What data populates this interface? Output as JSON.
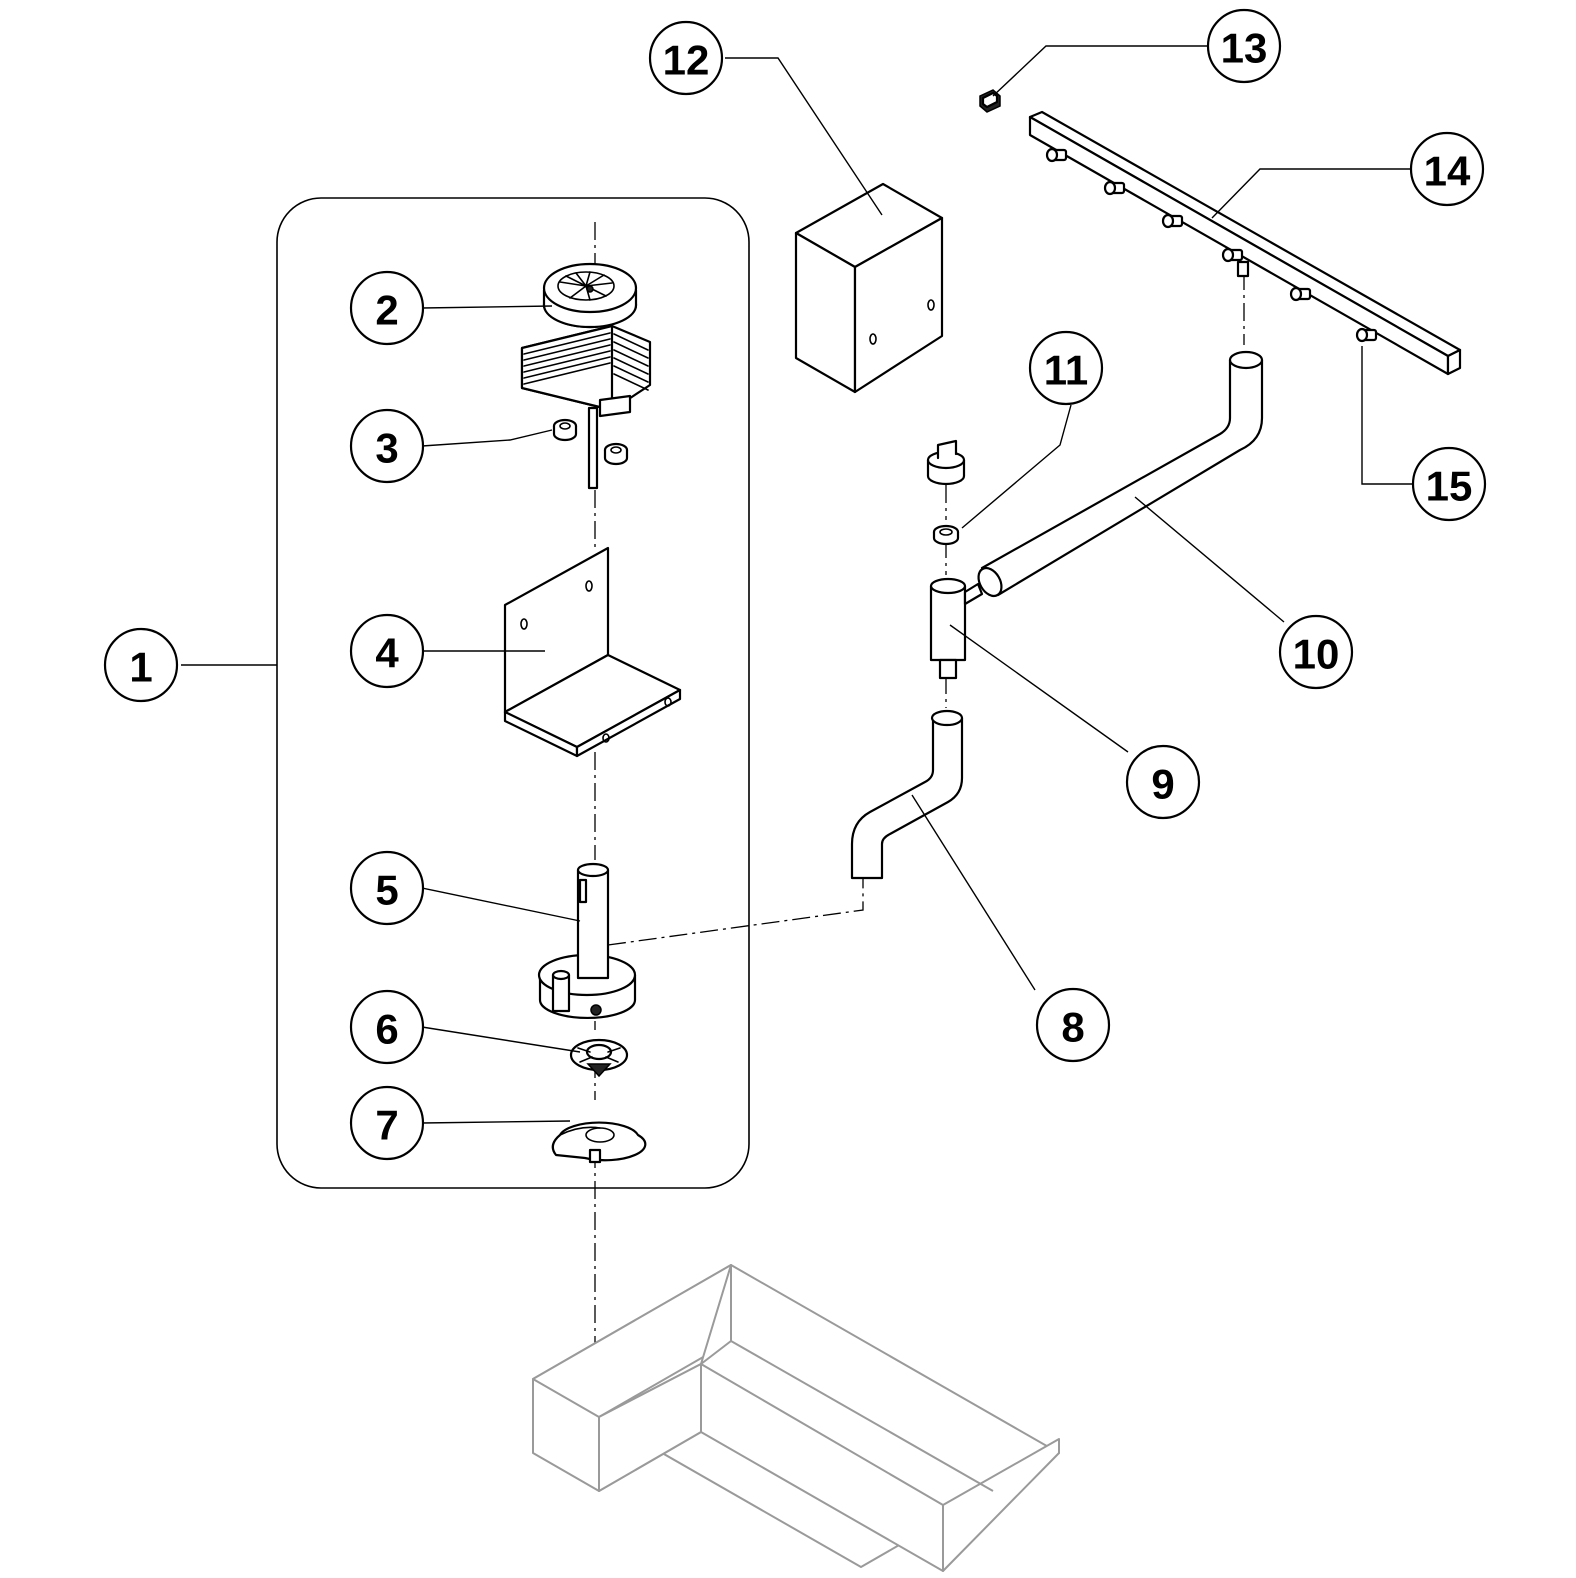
{
  "callouts": [
    {
      "id": "1",
      "label": "1"
    },
    {
      "id": "2",
      "label": "2"
    },
    {
      "id": "3",
      "label": "3"
    },
    {
      "id": "4",
      "label": "4"
    },
    {
      "id": "5",
      "label": "5"
    },
    {
      "id": "6",
      "label": "6"
    },
    {
      "id": "7",
      "label": "7"
    },
    {
      "id": "8",
      "label": "8"
    },
    {
      "id": "9",
      "label": "9"
    },
    {
      "id": "10",
      "label": "10"
    },
    {
      "id": "11",
      "label": "11"
    },
    {
      "id": "12",
      "label": "12"
    },
    {
      "id": "13",
      "label": "13"
    },
    {
      "id": "14",
      "label": "14"
    },
    {
      "id": "15",
      "label": "15"
    }
  ],
  "colors": {
    "line": "#000000",
    "tank": "#9a9a9a",
    "background": "#ffffff"
  }
}
